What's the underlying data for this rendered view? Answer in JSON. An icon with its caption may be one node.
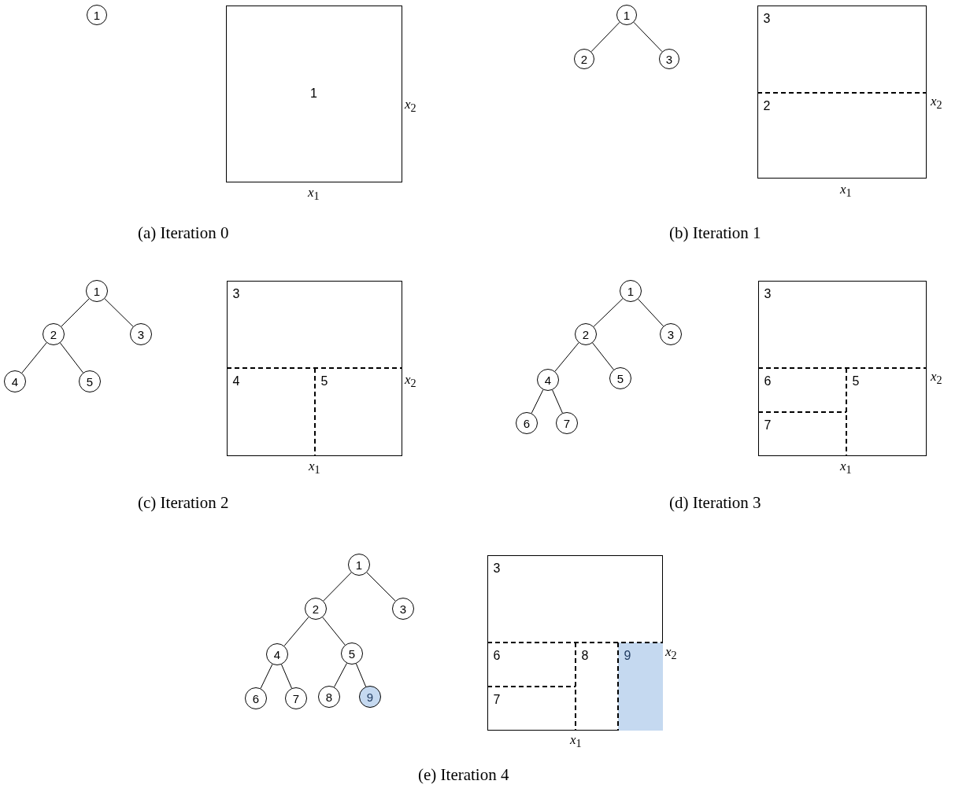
{
  "diagram": {
    "nodes": [
      {
        "text": [
          "1"
        ]
      },
      {
        "text": [],
        "shape": "box"
      },
      {
        "text": [
          "1"
        ],
        "in": 1
      },
      {
        "text": [
          "1"
        ]
      },
      {
        "text": [
          "2"
        ]
      },
      {
        "text": [
          "3"
        ]
      },
      {
        "text": [],
        "shape": "box"
      },
      {
        "text": [
          "3"
        ],
        "in": 6
      },
      {
        "text": [
          "2"
        ],
        "in": 6
      },
      {
        "text": [
          "1"
        ]
      },
      {
        "text": [
          "2"
        ]
      },
      {
        "text": [
          "3"
        ]
      },
      {
        "text": [
          "4"
        ]
      },
      {
        "text": [
          "5"
        ]
      },
      {
        "text": [],
        "shape": "box"
      },
      {
        "text": [
          "3"
        ],
        "in": 14
      },
      {
        "text": [
          "4"
        ],
        "in": 14
      },
      {
        "text": [
          "5"
        ],
        "in": 14
      },
      {
        "text": [
          "1"
        ]
      },
      {
        "text": [
          "2"
        ]
      },
      {
        "text": [
          "3"
        ]
      },
      {
        "text": [
          "4"
        ]
      },
      {
        "text": [
          "5"
        ]
      },
      {
        "text": [
          "6"
        ]
      },
      {
        "text": [
          "7"
        ]
      },
      {
        "text": [],
        "shape": "box"
      },
      {
        "text": [
          "3"
        ],
        "in": 25
      },
      {
        "text": [
          "6"
        ],
        "in": 25
      },
      {
        "text": [
          "5"
        ],
        "in": 25
      },
      {
        "text": [
          "7"
        ],
        "in": 25
      },
      {
        "text": [
          "1"
        ]
      },
      {
        "text": [
          "2"
        ]
      },
      {
        "text": [
          "3"
        ]
      },
      {
        "text": [
          "4"
        ]
      },
      {
        "text": [
          "5"
        ]
      },
      {
        "text": [
          "6"
        ]
      },
      {
        "text": [
          "7"
        ]
      },
      {
        "text": [
          "8"
        ]
      },
      {
        "text": [
          "9"
        ]
      },
      {
        "text": [],
        "shape": "box"
      },
      {
        "text": [
          "3"
        ],
        "in": 39
      },
      {
        "text": [
          "6"
        ],
        "in": 39
      },
      {
        "text": [
          "8"
        ],
        "in": 39
      },
      {
        "text": [
          "9"
        ],
        "in": 39
      },
      {
        "text": [
          "7"
        ],
        "in": 39
      }
    ],
    "edges": [
      {
        "from": 3,
        "to": 4,
        "arrow": "none"
      },
      {
        "from": 3,
        "to": 5,
        "arrow": "none"
      },
      {
        "from": 9,
        "to": 10,
        "arrow": "none"
      },
      {
        "from": 9,
        "to": 11,
        "arrow": "none"
      },
      {
        "from": 10,
        "to": 12,
        "arrow": "none"
      },
      {
        "from": 10,
        "to": 13,
        "arrow": "none"
      },
      {
        "from": 18,
        "to": 19,
        "arrow": "none"
      },
      {
        "from": 18,
        "to": 20,
        "arrow": "none"
      },
      {
        "from": 19,
        "to": 21,
        "arrow": "none"
      },
      {
        "from": 19,
        "to": 22,
        "arrow": "none"
      },
      {
        "from": 21,
        "to": 23,
        "arrow": "none"
      },
      {
        "from": 21,
        "to": 24,
        "arrow": "none"
      },
      {
        "from": 30,
        "to": 31,
        "arrow": "none"
      },
      {
        "from": 30,
        "to": 32,
        "arrow": "none"
      },
      {
        "from": 31,
        "to": 33,
        "arrow": "none"
      },
      {
        "from": 31,
        "to": 34,
        "arrow": "none"
      },
      {
        "from": 33,
        "to": 35,
        "arrow": "none"
      },
      {
        "from": 33,
        "to": 36,
        "arrow": "none"
      },
      {
        "from": 34,
        "to": 37,
        "arrow": "none"
      },
      {
        "from": 34,
        "to": 38,
        "arrow": "none"
      }
    ],
    "labels": [
      "*x*$_{2}$",
      "*x*$_{1}$",
      "(a) Iteration 0",
      "*x*$_{2}$",
      "*x*$_{1}$",
      "(b) Iteration 1",
      "*x*$_{2}$",
      "*x*$_{1}$",
      "(c) Iteration 2",
      "*x*$_{2}$",
      "*x*$_{1}$",
      "(d) Iteration 3",
      "*x*$_{2}$",
      "*x*$_{1}$",
      "(e) Iteration 4"
    ]
  }
}
